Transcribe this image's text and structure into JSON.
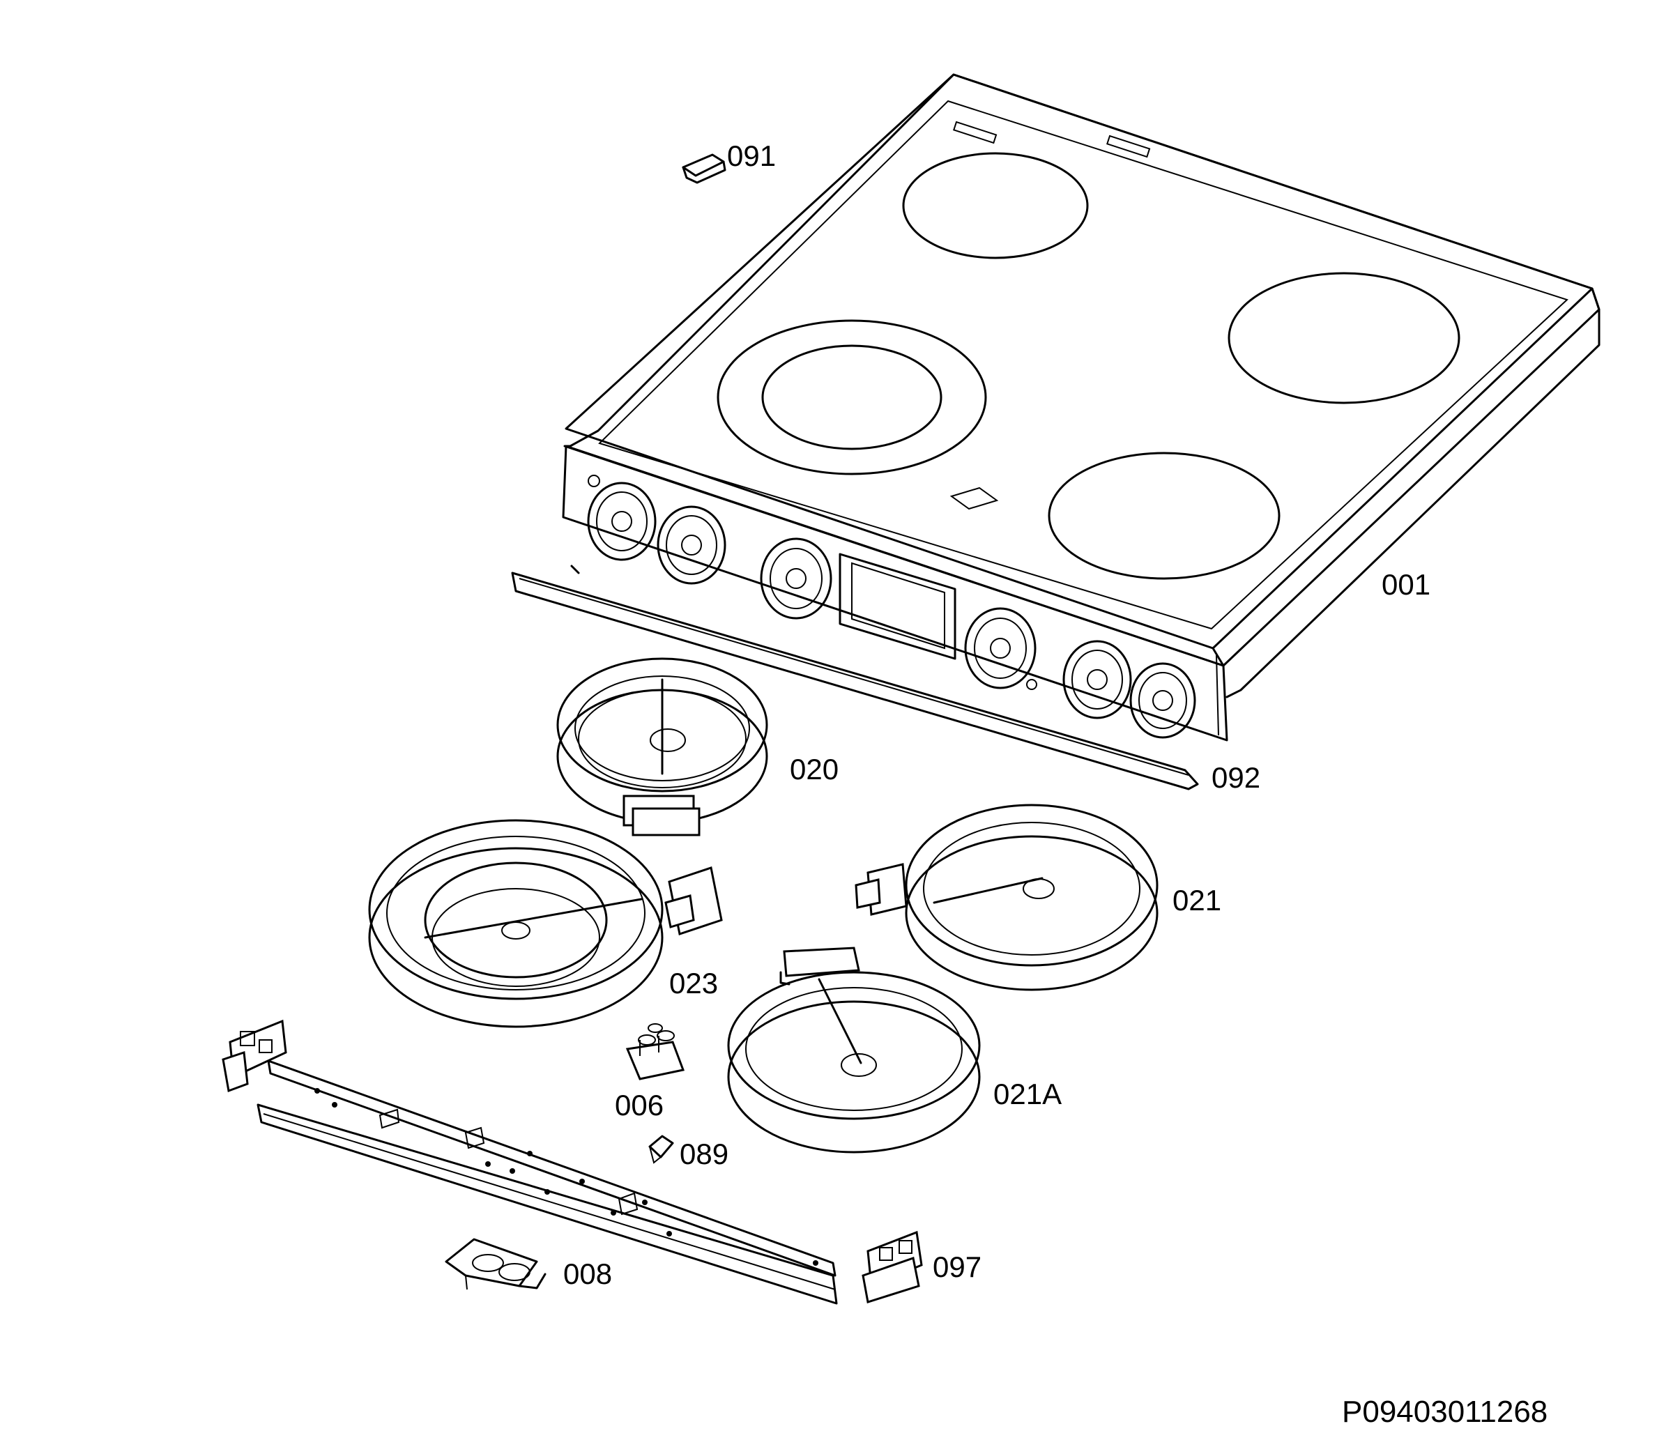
{
  "diagram": {
    "document_number": "P09403011268",
    "parts": [
      {
        "id": "part-001",
        "label": "001"
      },
      {
        "id": "part-091",
        "label": "091"
      },
      {
        "id": "part-092",
        "label": "092"
      },
      {
        "id": "part-020",
        "label": "020"
      },
      {
        "id": "part-021",
        "label": "021"
      },
      {
        "id": "part-023",
        "label": "023"
      },
      {
        "id": "part-021a",
        "label": "021A"
      },
      {
        "id": "part-006",
        "label": "006"
      },
      {
        "id": "part-089",
        "label": "089"
      },
      {
        "id": "part-008",
        "label": "008"
      },
      {
        "id": "part-097",
        "label": "097"
      }
    ]
  }
}
